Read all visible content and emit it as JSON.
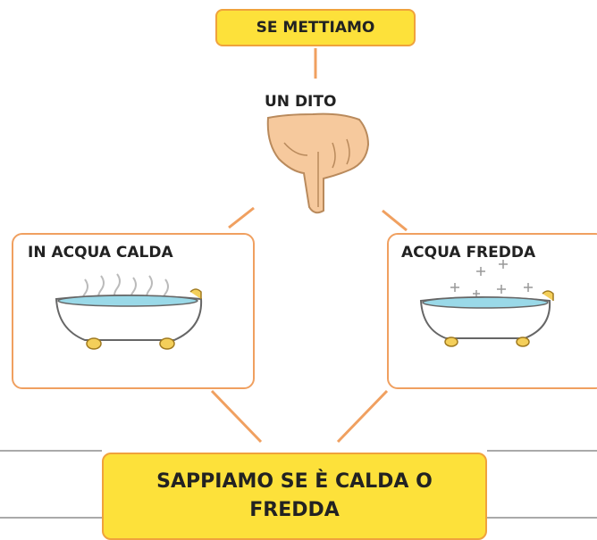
{
  "top": {
    "label": "SE METTIAMO"
  },
  "finger": {
    "label": "UN DITO"
  },
  "left_card": {
    "label": "IN ACQUA CALDA"
  },
  "right_card": {
    "label": "ACQUA FREDDA"
  },
  "bottom": {
    "label": "SAPPIAMO SE È CALDA O FREDDA"
  },
  "colors": {
    "box_fill": "#fde13a",
    "box_border": "#f0a23c",
    "connector": "#f0a060",
    "water": "#9ad9e8"
  }
}
